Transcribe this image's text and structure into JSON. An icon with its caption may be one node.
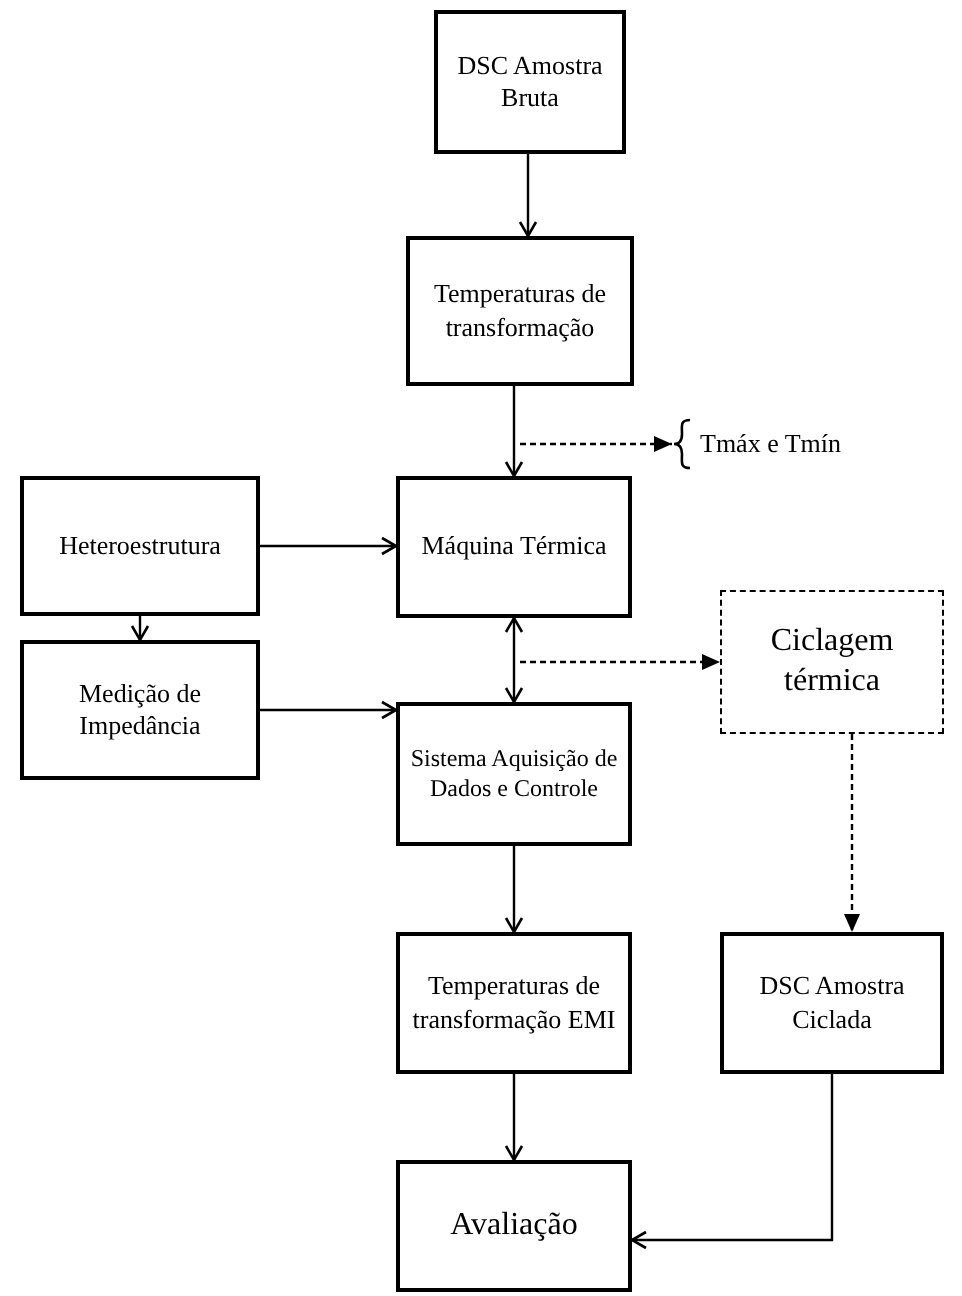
{
  "diagram": {
    "nodes": [
      {
        "text": [
          "DSC Amostra Bruta"
        ]
      },
      {
        "text": [
          "Temperaturas de transformação"
        ]
      },
      {
        "text": [
          "Máquina Térmica"
        ]
      },
      {
        "text": [
          "Heteroestrutura"
        ]
      },
      {
        "text": [
          "Ciclagem térmica"
        ]
      },
      {
        "text": [
          "Medição de Impedância"
        ]
      },
      {
        "text": [
          "Sistema Aquisição de Dados e Controle"
        ]
      },
      {
        "text": [
          "Temperaturas de transformação EMI"
        ]
      },
      {
        "text": [
          "DSC Amostra Ciclada"
        ]
      },
      {
        "text": [
          "Avaliação"
        ]
      },
      {
        "text": [
          "Tmáx e Tmín"
        ]
      }
    ],
    "edges": [
      {
        "from": 0,
        "to": 1,
        "arrow": "to"
      },
      {
        "from": 1,
        "to": 2,
        "arrow": "to"
      },
      {
        "from": null,
        "to": 10,
        "arrow": "to",
        "style": "dashed"
      },
      {
        "from": 3,
        "to": 2,
        "arrow": "to"
      },
      {
        "from": 3,
        "to": 5,
        "arrow": "to"
      },
      {
        "from": 5,
        "to": 6,
        "arrow": "to"
      },
      {
        "from": 2,
        "to": 6,
        "arrow": "both"
      },
      {
        "from": null,
        "to": 4,
        "arrow": "to",
        "style": "dashed"
      },
      {
        "from": 4,
        "to": 8,
        "arrow": "to",
        "style": "dashed"
      },
      {
        "from": 6,
        "to": 7,
        "arrow": "to"
      },
      {
        "from": 7,
        "to": 9,
        "arrow": "to"
      },
      {
        "from": 8,
        "to": 9,
        "arrow": "to"
      }
    ]
  }
}
